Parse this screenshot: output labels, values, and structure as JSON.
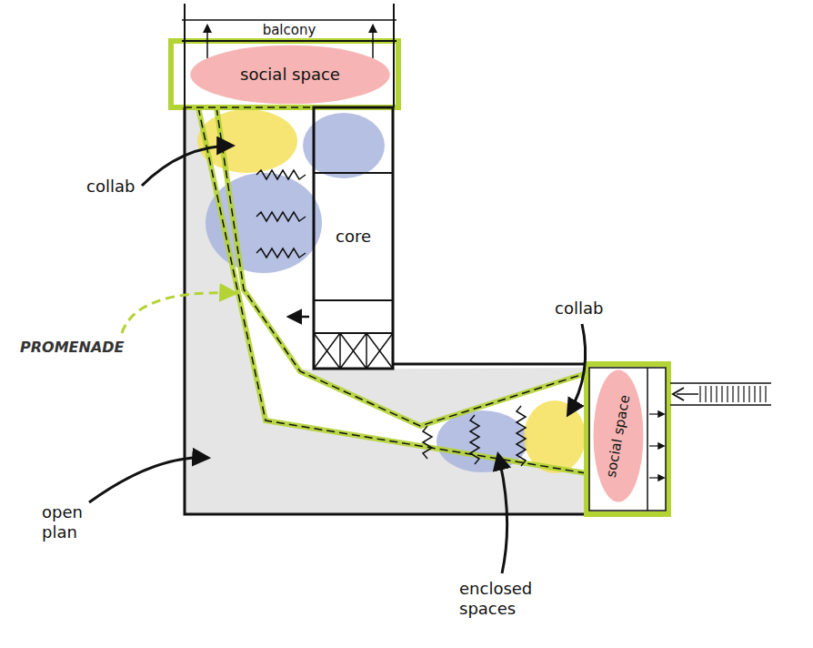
{
  "diagram": {
    "nodes": [
      {
        "text": [
          "balcony"
        ]
      },
      {
        "text": [
          "social space"
        ]
      },
      {
        "text": [
          "core"
        ]
      },
      {
        "text": [
          "social space"
        ]
      }
    ],
    "labels": [
      "collab",
      "PROMENADE",
      "collab",
      "open plan",
      "enclosed spaces"
    ]
  }
}
